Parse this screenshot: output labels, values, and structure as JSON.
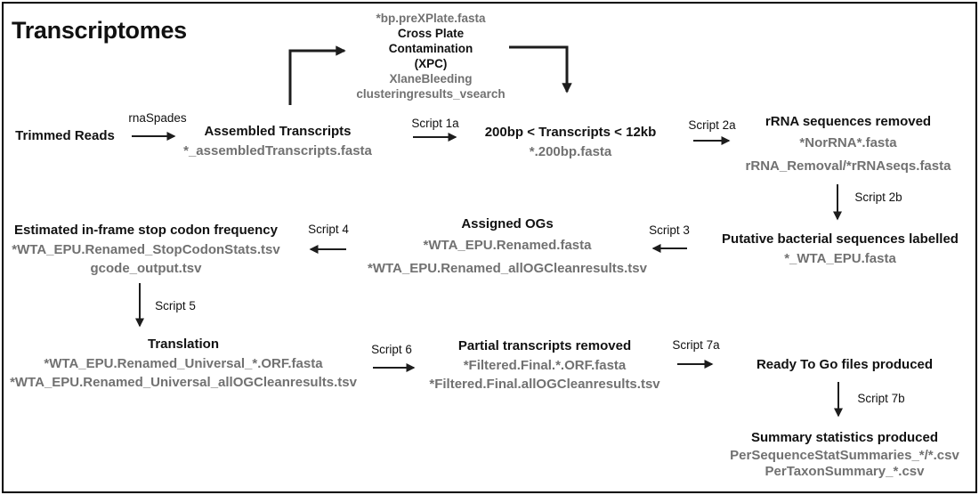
{
  "title": "Transcriptomes",
  "colors": {
    "heading": "#111111",
    "file_text": "#717171",
    "arrow": "#1d1d1d",
    "background": "#ffffff"
  },
  "nodes": {
    "trimmed_reads": {
      "title": "Trimmed Reads"
    },
    "assembled_transcripts": {
      "title": "Assembled Transcripts",
      "files": [
        "*_assembledTranscripts.fasta"
      ]
    },
    "cross_plate_contamination": {
      "input_file": "*bp.preXPlate.fasta",
      "title_lines": [
        "Cross Plate",
        "Contamination",
        "(XPC)"
      ],
      "files": [
        "XlaneBleeding",
        "clusteringresults_vsearch"
      ]
    },
    "size_filtered": {
      "title": "200bp < Transcripts < 12kb",
      "files": [
        "*.200bp.fasta"
      ]
    },
    "rrna_removed": {
      "title": "rRNA sequences removed",
      "files": [
        "*NorRNA*.fasta",
        "rRNA_Removal/*rRNAseqs.fasta"
      ]
    },
    "bacterial_labelled": {
      "title": "Putative bacterial sequences labelled",
      "files": [
        "*_WTA_EPU.fasta"
      ]
    },
    "assigned_ogs": {
      "title": "Assigned OGs",
      "files": [
        "*WTA_EPU.Renamed.fasta",
        "*WTA_EPU.Renamed_allOGCleanresults.tsv"
      ]
    },
    "stop_codon_frequency": {
      "title": "Estimated in-frame stop codon frequency",
      "files": [
        "*WTA_EPU.Renamed_StopCodonStats.tsv",
        "gcode_output.tsv"
      ]
    },
    "translation": {
      "title": "Translation",
      "files": [
        "*WTA_EPU.Renamed_Universal_*.ORF.fasta",
        "*WTA_EPU.Renamed_Universal_allOGCleanresults.tsv"
      ]
    },
    "partial_removed": {
      "title": "Partial transcripts removed",
      "files": [
        "*Filtered.Final.*.ORF.fasta",
        "*Filtered.Final.allOGCleanresults.tsv"
      ]
    },
    "ready_to_go": {
      "title": "Ready To Go files produced"
    },
    "summary_statistics": {
      "title": "Summary statistics produced",
      "files": [
        "PerSequenceStatSummaries_*/*.csv",
        "PerTaxonSummary_*.csv"
      ]
    }
  },
  "edge_labels": {
    "rnaspades": "rnaSpades",
    "script_1a": "Script 1a",
    "script_2a": "Script 2a",
    "script_2b": "Script 2b",
    "script_3": "Script 3",
    "script_4": "Script 4",
    "script_5": "Script 5",
    "script_6": "Script 6",
    "script_7a": "Script 7a",
    "script_7b": "Script 7b"
  }
}
